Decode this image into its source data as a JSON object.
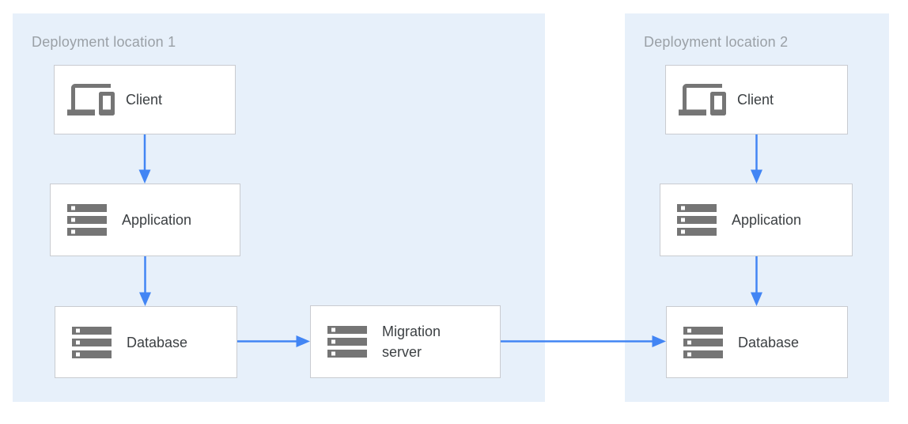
{
  "colors": {
    "region_bg": "#E7F0FA",
    "node_bg": "#FFFFFF",
    "node_border": "#C9CBD0",
    "arrow": "#4285F4",
    "icon": "#757575",
    "node_label": "#3C4043",
    "region_label": "#9AA0A6"
  },
  "diagram": {
    "regions": [
      {
        "label": "Deployment location 1",
        "nodes": [
          {
            "label": "Client",
            "icon": "devices-icon"
          },
          {
            "label": "Application",
            "icon": "storage-icon"
          },
          {
            "label": "Database",
            "icon": "storage-icon"
          }
        ]
      },
      {
        "label": "Deployment location 2",
        "nodes": [
          {
            "label": "Client",
            "icon": "devices-icon"
          },
          {
            "label": "Application",
            "icon": "storage-icon"
          },
          {
            "label": "Database",
            "icon": "storage-icon"
          }
        ]
      }
    ],
    "connector_nodes": [
      {
        "label": "Migration server",
        "icon": "storage-icon"
      }
    ],
    "edges": [
      {
        "from": "client-1",
        "to": "application-1"
      },
      {
        "from": "application-1",
        "to": "database-1"
      },
      {
        "from": "database-1",
        "to": "migration-server"
      },
      {
        "from": "migration-server",
        "to": "database-2"
      },
      {
        "from": "client-2",
        "to": "application-2"
      },
      {
        "from": "application-2",
        "to": "database-2"
      }
    ]
  }
}
